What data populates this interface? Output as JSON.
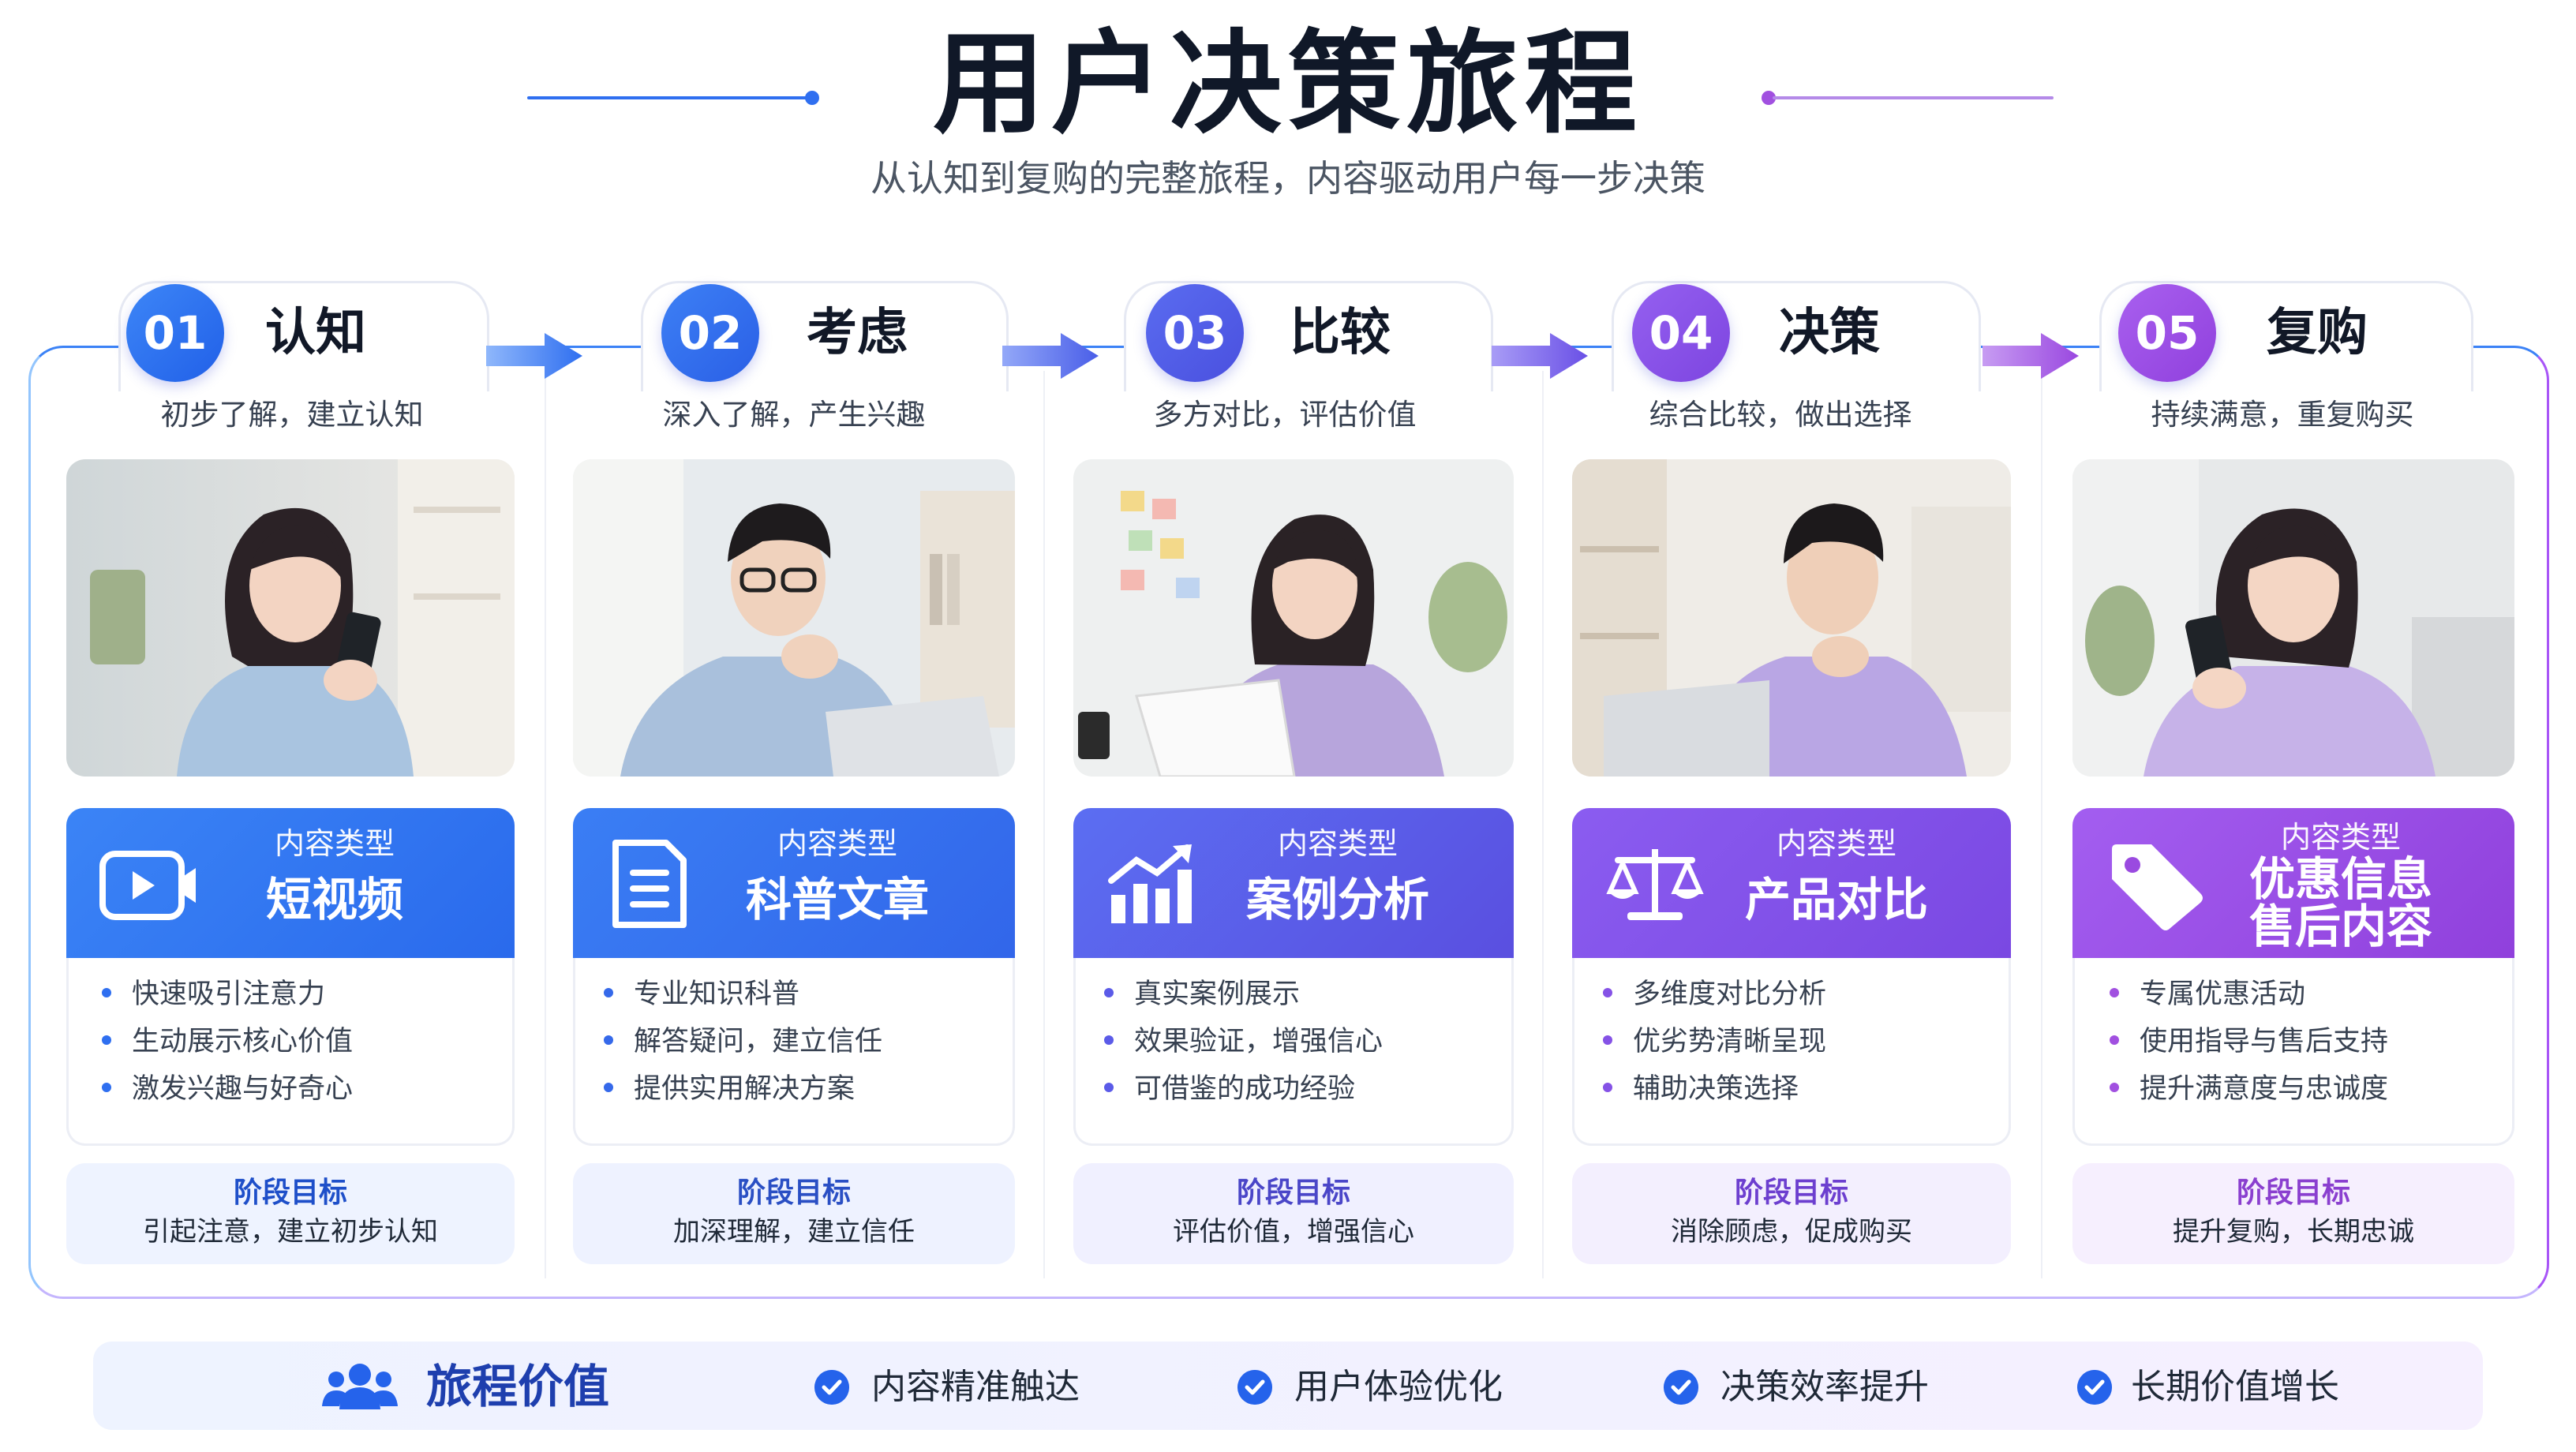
{
  "header": {
    "title": "用户决策旅程",
    "subtitle": "从认知到复购的完整旅程，内容驱动用户每一步决策"
  },
  "stages": [
    {
      "num": "01",
      "title": "认知",
      "desc": "初步了解，建立认知",
      "content_type_label": "内容类型",
      "content_type": "短视频",
      "icon": "video-icon",
      "bullets": [
        "快速吸引注意力",
        "生动展示核心价值",
        "激发兴趣与好奇心"
      ],
      "goal_label": "阶段目标",
      "goal": "引起注意，建立初步认知",
      "color": "#2f6ff0"
    },
    {
      "num": "02",
      "title": "考虑",
      "desc": "深入了解，产生兴趣",
      "content_type_label": "内容类型",
      "content_type": "科普文章",
      "icon": "document-icon",
      "bullets": [
        "专业知识科普",
        "解答疑问，建立信任",
        "提供实用解决方案"
      ],
      "goal_label": "阶段目标",
      "goal": "加深理解，建立信任",
      "color": "#3569ea"
    },
    {
      "num": "03",
      "title": "比较",
      "desc": "多方对比，评估价值",
      "content_type_label": "内容类型",
      "content_type": "案例分析",
      "icon": "growth-chart-icon",
      "bullets": [
        "真实案例展示",
        "效果验证，增强信心",
        "可借鉴的成功经验"
      ],
      "goal_label": "阶段目标",
      "goal": "评估价值，增强信心",
      "color": "#5b5be8"
    },
    {
      "num": "04",
      "title": "决策",
      "desc": "综合比较，做出选择",
      "content_type_label": "内容类型",
      "content_type": "产品对比",
      "icon": "scale-icon",
      "bullets": [
        "多维度对比分析",
        "优劣势清晰呈现",
        "辅助决策选择"
      ],
      "goal_label": "阶段目标",
      "goal": "消除顾虑，促成购买",
      "color": "#8552e6"
    },
    {
      "num": "05",
      "title": "复购",
      "desc": "持续满意，重复购买",
      "content_type_label": "内容类型",
      "content_type": "优惠信息\n售后内容",
      "content_type_lines": [
        "优惠信息",
        "售后内容"
      ],
      "icon": "price-tag-icon",
      "bullets": [
        "专属优惠活动",
        "使用指导与售后支持",
        "提升满意度与忠诚度"
      ],
      "goal_label": "阶段目标",
      "goal": "提升复购，长期忠诚",
      "color": "#a150e0"
    }
  ],
  "value_bar": {
    "title": "旅程价值",
    "icon": "users-group-icon",
    "items": [
      "内容精准触达",
      "用户体验优化",
      "决策效率提升",
      "长期价值增长"
    ]
  },
  "colors": {
    "blue": "#2f6ff0",
    "indigo": "#5b5be8",
    "purple": "#a150e0",
    "goal_bg_start": "#eef3ff",
    "goal_bg_end": "#f5effe"
  }
}
